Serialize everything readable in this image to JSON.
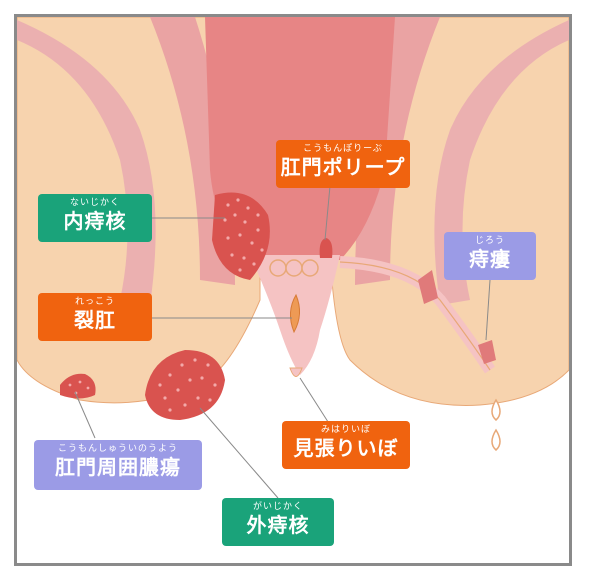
{
  "colors": {
    "green": "#1aa37a",
    "orange": "#f0630f",
    "purple": "#9b9be6",
    "skin": "#f7d3ae",
    "muscle": "#ebb0b0",
    "rectum": "#e78585",
    "hemorrhoid": "#d9534f"
  },
  "labels": {
    "internal_hemorrhoid": {
      "ruby": "ないじかく",
      "name": "内痔核"
    },
    "anal_polyp": {
      "ruby": "こうもんぽりーぷ",
      "name": "肛門ポリープ"
    },
    "anal_fistula": {
      "ruby": "じろう",
      "name": "痔瘻"
    },
    "anal_fissure": {
      "ruby": "れっこう",
      "name": "裂肛"
    },
    "skin_tag": {
      "ruby": "みはりいぼ",
      "name": "見張りいぼ"
    },
    "perianal_abscess": {
      "ruby": "こうもんしゅういのうよう",
      "name": "肛門周囲膿瘍"
    },
    "external_hemorrhoid": {
      "ruby": "がいじかく",
      "name": "外痔核"
    }
  }
}
